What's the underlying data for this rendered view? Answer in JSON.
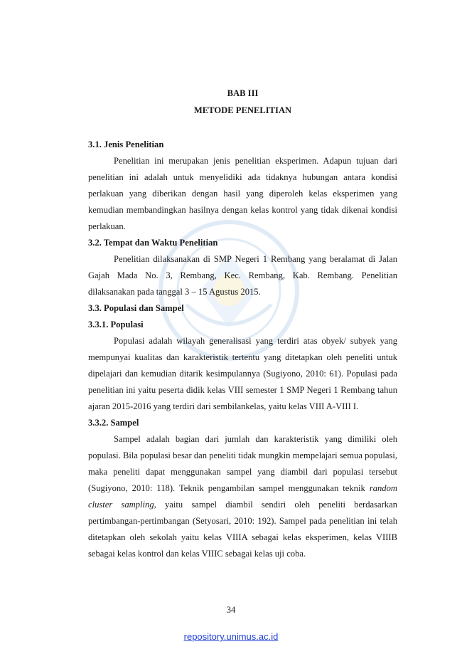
{
  "chapter": {
    "number": "BAB III",
    "title": "METODE PENELITIAN"
  },
  "sections": {
    "s31": {
      "heading": "3.1. Jenis Penelitian",
      "paragraph": "Penelitian ini merupakan jenis penelitian eksperimen. Adapun tujuan dari penelitian ini adalah untuk menyelidiki ada tidaknya hubungan antara kondisi perlakuan yang diberikan dengan hasil yang diperoleh kelas eksperimen yang kemudian membandingkan hasilnya dengan kelas kontrol yang tidak dikenai kondisi perlakuan."
    },
    "s32": {
      "heading": "3.2. Tempat dan Waktu Penelitian",
      "paragraph": "Penelitian dilaksanakan di SMP Negeri 1 Rembang yang beralamat di Jalan Gajah Mada No. 3, Rembang, Kec. Rembang, Kab. Rembang. Penelitian dilaksanakan pada tanggal 3 – 15 Agustus 2015."
    },
    "s33": {
      "heading": "3.3. Populasi dan Sampel"
    },
    "s331": {
      "heading": "3.3.1. Populasi",
      "paragraph": "Populasi adalah wilayah generalisasi yang terdiri atas obyek/ subyek yang mempunyai kualitas dan karakteristik tertentu yang ditetapkan oleh peneliti untuk dipelajari dan kemudian ditarik kesimpulannya (Sugiyono, 2010: 61). Populasi pada penelitian ini yaitu peserta didik kelas VIII semester 1 SMP Negeri 1 Rembang tahun ajaran 2015-2016 yang terdiri dari sembilankelas, yaitu kelas VIII A-VIII I."
    },
    "s332": {
      "heading": "3.3.2. Sampel",
      "paragraph_a": "Sampel adalah bagian dari jumlah dan karakteristik yang dimiliki oleh populasi. Bila populasi besar dan peneliti tidak mungkin mempelajari semua populasi, maka peneliti dapat menggunakan sampel yang diambil dari populasi tersebut (Sugiyono, 2010: 118). Teknik pengambilan sampel menggunakan teknik ",
      "paragraph_italic": "random cluster sampling",
      "paragraph_b": ", yaitu sampel diambil sendiri oleh peneliti berdasarkan pertimbangan-pertimbangan (Setyosari, 2010: 192). Sampel pada penelitian ini telah ditetapkan oleh sekolah yaitu kelas VIIIA sebagai kelas eksperimen, kelas VIIIB sebagai kelas kontrol dan kelas VIIIC sebagai kelas uji coba."
    }
  },
  "page_number": "34",
  "footer_link": "repository.unimus.ac.id",
  "colors": {
    "link": "#1f3fd6",
    "watermark": "#1a6fbf"
  }
}
